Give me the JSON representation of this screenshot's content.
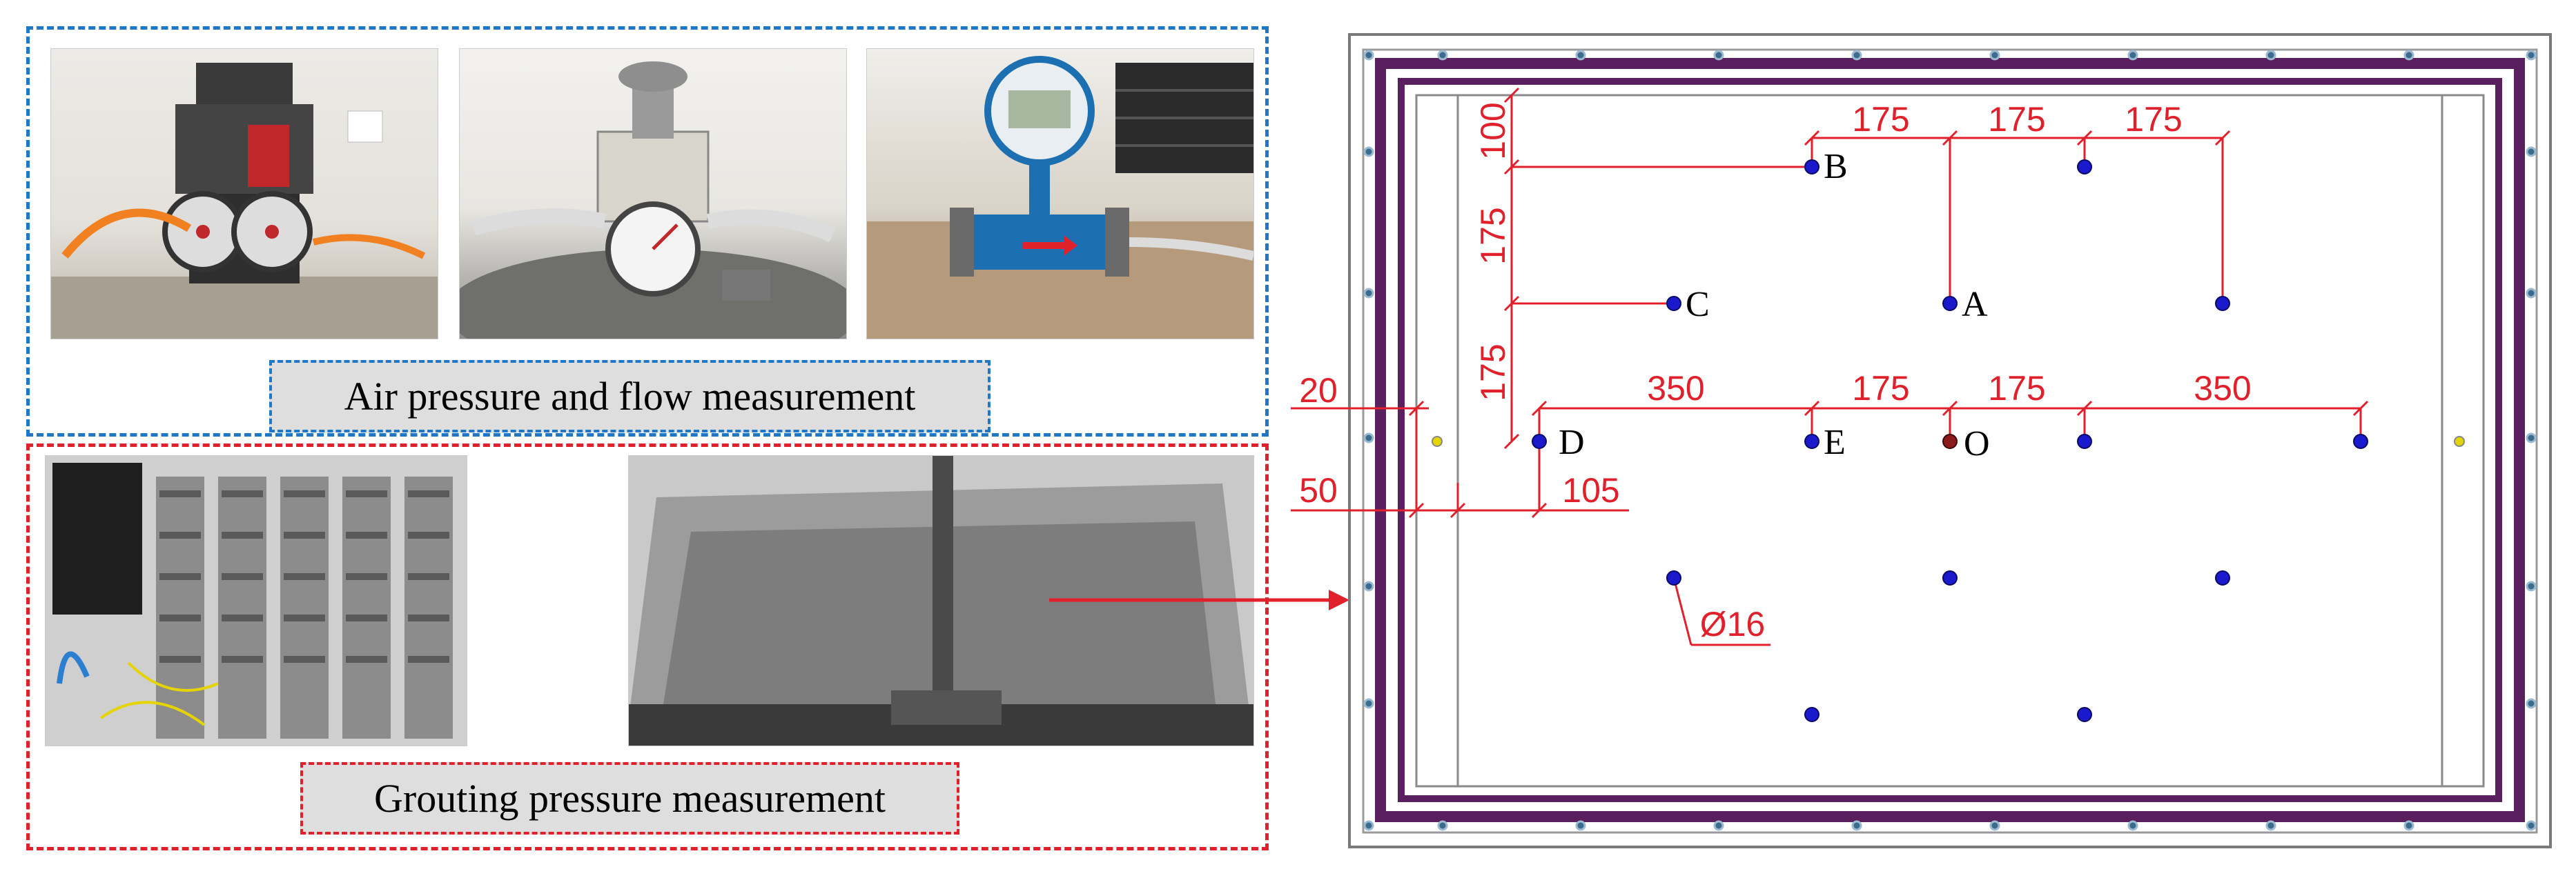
{
  "top_panel": {
    "caption": "Air pressure and flow measurement",
    "photos": [
      "air-compressor-photo",
      "pressure-regulator-photo",
      "flow-meter-photo"
    ]
  },
  "bottom_panel": {
    "caption": "Grouting pressure measurement",
    "photos": [
      "data-logger-photo",
      "test-box-photo"
    ]
  },
  "plan": {
    "points": {
      "A": "A",
      "B": "B",
      "C": "C",
      "D": "D",
      "E": "E",
      "O": "O"
    },
    "dimensions": {
      "d100": "100",
      "d175_v1": "175",
      "d175_v2": "175",
      "d175_h1": "175",
      "d175_h2": "175",
      "d175_h3": "175",
      "d20": "20",
      "d50": "50",
      "d105": "105",
      "d350_left": "350",
      "d175_mid1": "175",
      "d175_mid2": "175",
      "d350_right": "350",
      "diameter": "Ø16"
    },
    "colors": {
      "dimension": "#e0202b",
      "frame": "#5a1f5e",
      "point": "#1a1acc",
      "origin": "#8b1a1a",
      "edge_point": "#e6d400"
    }
  }
}
